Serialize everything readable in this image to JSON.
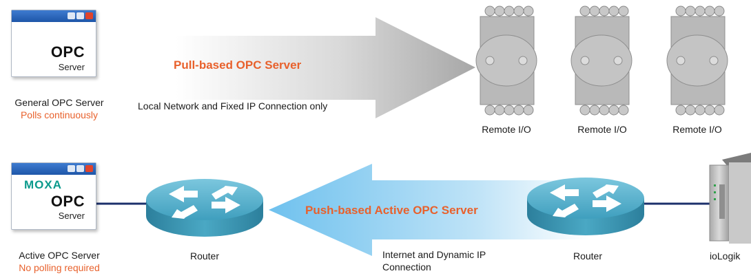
{
  "top": {
    "opc_window": {
      "title": "OPC",
      "subtitle": "Server"
    },
    "server_label": "General OPC Server",
    "server_note": "Polls continuously",
    "arrow_title": "Pull-based OPC Server",
    "arrow_caption": "Local Network and Fixed IP Connection only",
    "remote_io_labels": [
      "Remote I/O",
      "Remote I/O",
      "Remote I/O"
    ]
  },
  "bottom": {
    "opc_window": {
      "brand": "MOXA",
      "title": "OPC",
      "subtitle": "Server"
    },
    "server_label": "Active OPC Server",
    "server_note": "No polling required",
    "router_left_label": "Router",
    "arrow_title": "Push-based Active OPC Server",
    "arrow_caption_line1": "Internet and Dynamic IP",
    "arrow_caption_line2": "Connection",
    "router_right_label": "Router",
    "device_label": "ioLogik"
  },
  "colors": {
    "accent_orange": "#e8612c",
    "link_line": "#1b2f6b",
    "router_teal": "#4aa8c4",
    "push_arrow": "#7fc8ef",
    "pull_arrow": "#b5b5b5"
  }
}
